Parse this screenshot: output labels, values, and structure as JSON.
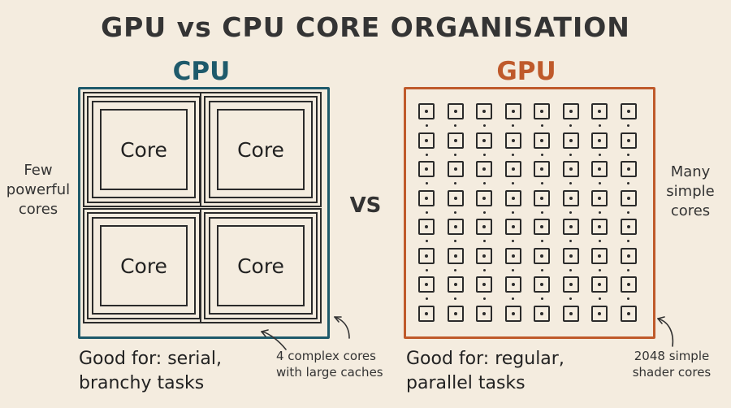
{
  "title": "GPU vs CPU CORE ORGANISATION",
  "cpu": {
    "heading": "CPU",
    "side_note": [
      "Few",
      "powerful",
      "cores"
    ],
    "cores": [
      "Core",
      "Core",
      "Core",
      "Core"
    ],
    "good_for": [
      "Good for: serial,",
      "branchy tasks"
    ],
    "annotation": [
      "4 complex cores",
      "with large caches"
    ],
    "color": "#1e5a6b"
  },
  "vs_label": "VS",
  "gpu": {
    "heading": "GPU",
    "side_note": [
      "Many",
      "simple",
      "cores"
    ],
    "grid_rows": 8,
    "grid_cols": 8,
    "good_for": [
      "Good for: regular,",
      "parallel tasks"
    ],
    "annotation": [
      "2048 simple",
      "shader cores"
    ],
    "color": "#bf5a2b"
  }
}
